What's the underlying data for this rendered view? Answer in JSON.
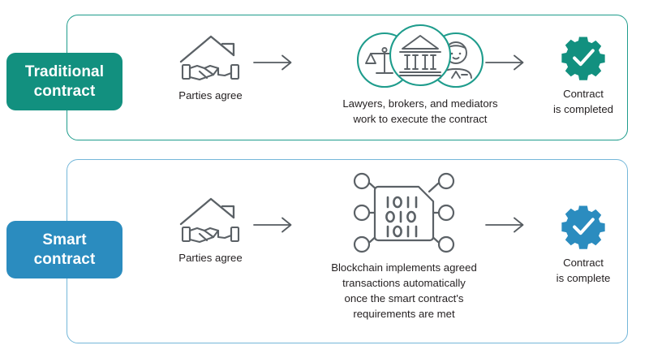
{
  "diagram": {
    "title": "Traditional contract vs Smart contract process comparison",
    "colors": {
      "teal": "#12907F",
      "teal_outline": "#1E9C8C",
      "blue": "#2B8CBF",
      "blue_outline": "#74B7D9",
      "icon_gray": "#5B6166",
      "text": "#231F20",
      "background": "#FFFFFF"
    }
  },
  "rows": [
    {
      "id": "traditional",
      "badge_label": "Traditional\ncontract",
      "badge_color": "#12907F",
      "card_border_color": "#1E9C8C",
      "steps": [
        {
          "id": "parties-agree",
          "icon": "handshake-under-roof-icon",
          "caption": "Parties agree"
        },
        {
          "id": "intermediaries",
          "icon": "scales-bank-person-circles-icon",
          "caption": "Lawyers, brokers, and mediators\nwork to execute the contract"
        },
        {
          "id": "contract-completed",
          "icon": "gear-check-icon",
          "caption": "Contract\nis completed"
        }
      ],
      "arrows": [
        "arrow-right-icon",
        "arrow-right-icon"
      ]
    },
    {
      "id": "smart",
      "badge_label": "Smart\ncontract",
      "badge_color": "#2B8CBF",
      "card_border_color": "#74B7D9",
      "steps": [
        {
          "id": "parties-agree",
          "icon": "handshake-under-roof-icon",
          "caption": "Parties agree"
        },
        {
          "id": "blockchain-automation",
          "icon": "binary-chip-network-icon",
          "caption": "Blockchain implements agreed\ntransactions automatically\nonce the smart contract's\nrequirements are met"
        },
        {
          "id": "contract-complete",
          "icon": "gear-check-icon",
          "caption": "Contract\nis complete"
        }
      ],
      "arrows": [
        "arrow-right-icon",
        "arrow-right-icon"
      ]
    }
  ]
}
